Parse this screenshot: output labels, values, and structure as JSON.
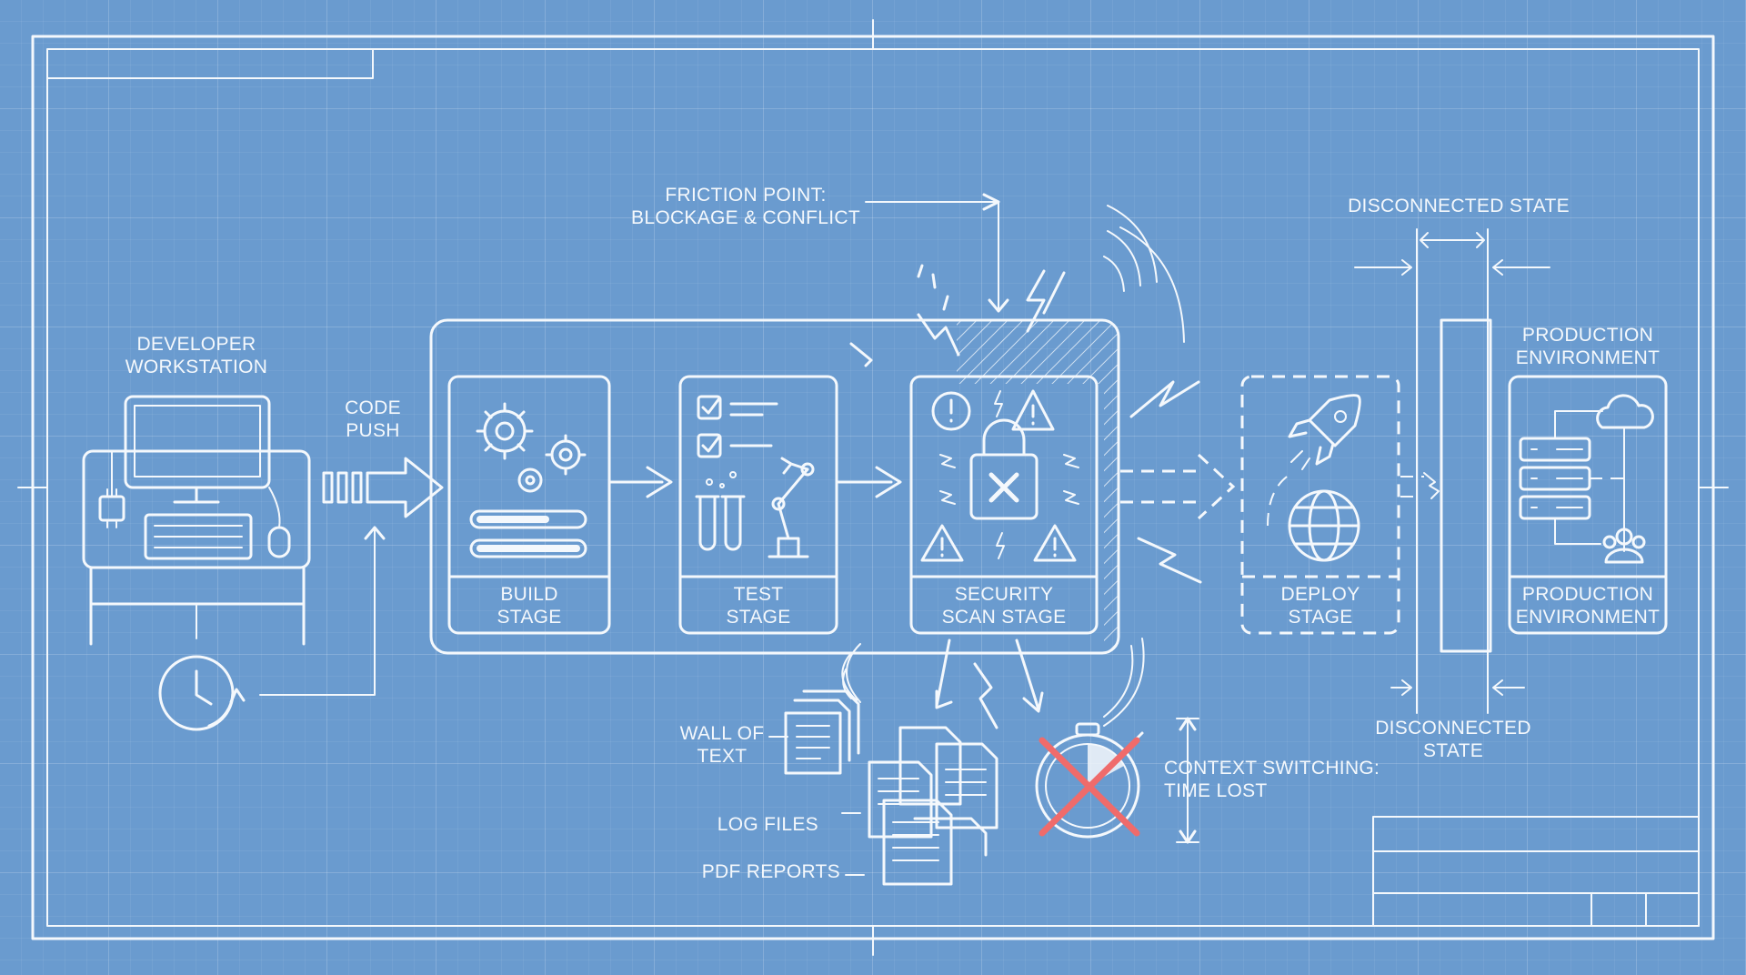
{
  "workstation": {
    "label_line1": "DEVELOPER",
    "label_line2": "WORKSTATION"
  },
  "push": {
    "label_line1": "CODE",
    "label_line2": "PUSH"
  },
  "friction": {
    "label_line1": "FRICTION POINT:",
    "label_line2": "BLOCKAGE & CONFLICT"
  },
  "stages": [
    {
      "line1": "BUILD",
      "line2": "STAGE"
    },
    {
      "line1": "TEST",
      "line2": "STAGE"
    },
    {
      "line1": "SECURITY",
      "line2": "SCAN STAGE"
    },
    {
      "line1": "DEPLOY",
      "line2": "STAGE"
    },
    {
      "line1": "PRODUCTION",
      "line2": "ENVIRONMENT"
    }
  ],
  "production": {
    "label_line1": "PRODUCTION",
    "label_line2": "ENVIRONMENT"
  },
  "disconnected_top": {
    "label": "DISCONNECTED STATE"
  },
  "disconnected_bottom": {
    "label_line1": "DISCONNECTED",
    "label_line2": "STATE"
  },
  "outputs": {
    "wall_line1": "WALL OF",
    "wall_line2": "TEXT",
    "log_files": "LOG FILES",
    "pdf_reports": "PDF REPORTS"
  },
  "context": {
    "label_line1": "CONTEXT SWITCHING:",
    "label_line2": "TIME LOST"
  },
  "colors": {
    "background": "#6a9bcf",
    "line": "#f4f8fc",
    "alert": "#ef6b6b"
  }
}
